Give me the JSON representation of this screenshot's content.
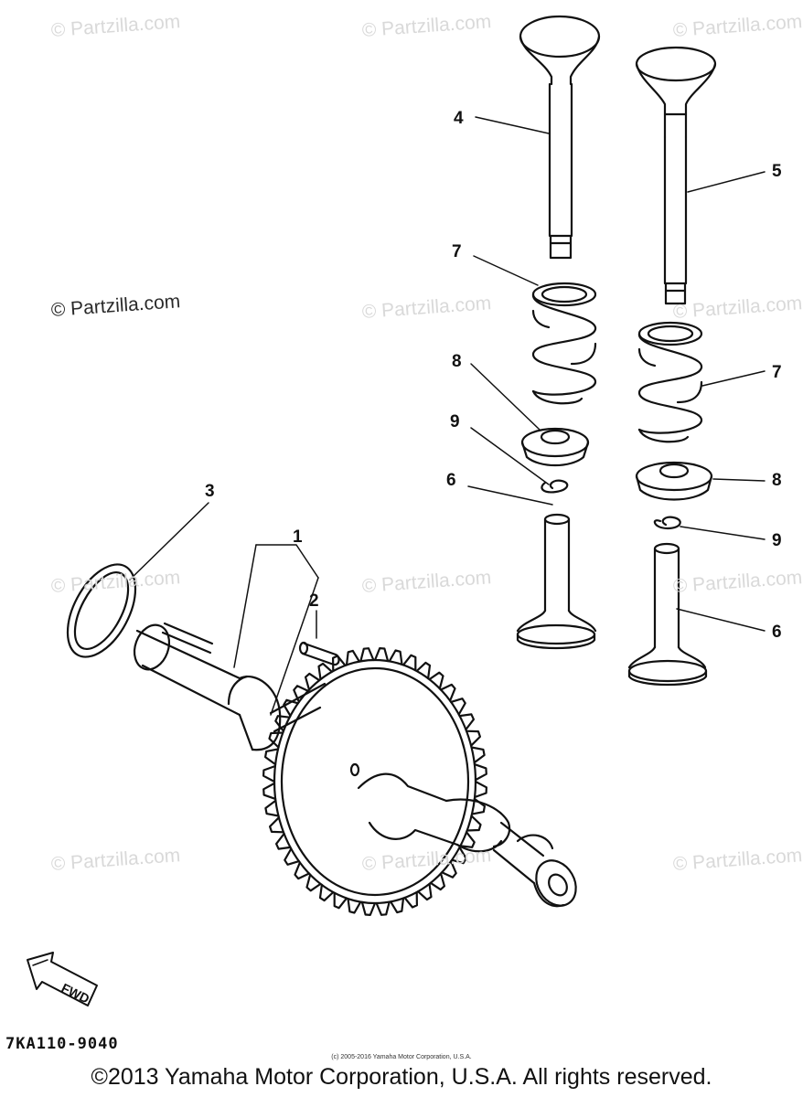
{
  "watermarks": {
    "text": "© Partzilla.com"
  },
  "callouts": {
    "c1": "1",
    "c2": "2",
    "c3": "3",
    "c4": "4",
    "c5": "5",
    "c6a": "6",
    "c6b": "6",
    "c7a": "7",
    "c7b": "7",
    "c8a": "8",
    "c8b": "8",
    "c9a": "9",
    "c9b": "9"
  },
  "fwd_arrow": {
    "label": "FWD"
  },
  "diagram_code": "7KA110-9040",
  "tiny_copyright": "(c) 2005-2016 Yamaha Motor Corporation, U.S.A.",
  "footer_copyright": "©2013 Yamaha Motor Corporation, U.S.A. All rights reserved."
}
